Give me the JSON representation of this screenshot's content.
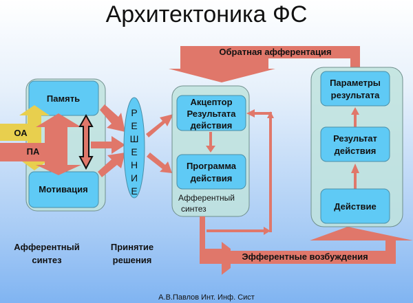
{
  "title": "Архитектоника ФС",
  "left_block": {
    "memory": "Память",
    "motivation": "Мотивация",
    "oa": "ОА",
    "pa": "ПА"
  },
  "decision": [
    "Р",
    "Е",
    "Ш",
    "Е",
    "Н",
    "И",
    "Е"
  ],
  "middle_block": {
    "acceptor": [
      "Акцептор",
      "Результата",
      "действия"
    ],
    "program": [
      "Программа",
      "действия"
    ],
    "caption": [
      "Афферентный",
      "синтез"
    ]
  },
  "right_block": {
    "params": [
      "Параметры",
      "результата"
    ],
    "result": [
      "Результат",
      "действия"
    ],
    "action": "Действие"
  },
  "arrows": {
    "feedback": "Обратная афферентация",
    "efferent": "Эфферентные возбуждения"
  },
  "bottom_labels": {
    "afferent": [
      "Афферентный",
      "синтез"
    ],
    "decision": [
      "Принятие",
      "решения"
    ]
  },
  "footer": "А.В.Павлов Инт. Инф. Сист",
  "colors": {
    "box": "#5fcaf5",
    "container": "#bfe3dd",
    "arrow": "#e0776a",
    "oa_arrow": "#e8cf4e"
  }
}
